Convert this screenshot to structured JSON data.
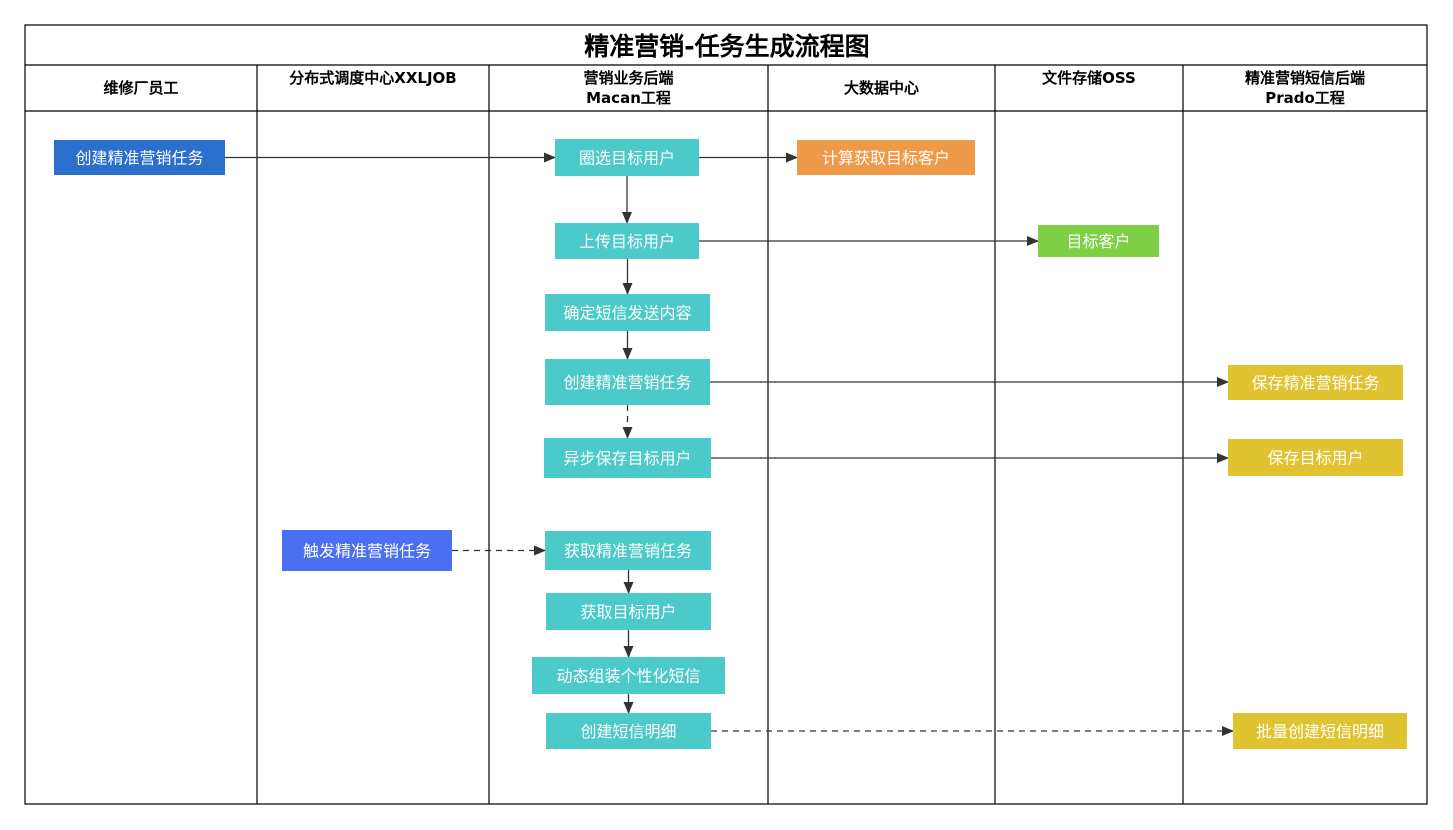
{
  "title": "精准营销-任务生成流程图",
  "colors": {
    "frame": "#000000",
    "text_dark": "#000000",
    "text_light": "#ffffff",
    "arrow": "#333333",
    "blue": "#2a6fcb",
    "indigo": "#4a6ff0",
    "teal": "#4cc9c9",
    "orange": "#ef9a48",
    "green": "#7ed045",
    "yellow": "#e0c330"
  },
  "lanes": [
    {
      "id": "lane-repair-staff",
      "lines": [
        "维修厂员工"
      ]
    },
    {
      "id": "lane-xxljob",
      "lines": [
        "分布式调度中心XXLJOB"
      ]
    },
    {
      "id": "lane-marketing-backend",
      "lines": [
        "营销业务后端",
        "Macan工程"
      ]
    },
    {
      "id": "lane-bigdata",
      "lines": [
        "大数据中心"
      ]
    },
    {
      "id": "lane-oss",
      "lines": [
        "文件存储OSS"
      ]
    },
    {
      "id": "lane-sms-backend",
      "lines": [
        "精准营销短信后端",
        "Prado工程"
      ]
    }
  ],
  "nodes": [
    {
      "id": "create-task-staff",
      "label": "创建精准营销任务",
      "color": "blue",
      "lane": 0
    },
    {
      "id": "select-users",
      "label": "圈选目标用户",
      "color": "teal",
      "lane": 2
    },
    {
      "id": "compute-customers",
      "label": "计算获取目标客户",
      "color": "orange",
      "lane": 3
    },
    {
      "id": "upload-users",
      "label": "上传目标用户",
      "color": "teal",
      "lane": 2
    },
    {
      "id": "target-customers",
      "label": "目标客户",
      "color": "green",
      "lane": 4
    },
    {
      "id": "confirm-sms",
      "label": "确定短信发送内容",
      "color": "teal",
      "lane": 2
    },
    {
      "id": "create-task-backend",
      "label": "创建精准营销任务",
      "color": "teal",
      "lane": 2
    },
    {
      "id": "save-task",
      "label": "保存精准营销任务",
      "color": "yellow",
      "lane": 5
    },
    {
      "id": "async-save-users",
      "label": "异步保存目标用户",
      "color": "teal",
      "lane": 2
    },
    {
      "id": "save-users",
      "label": "保存目标用户",
      "color": "yellow",
      "lane": 5
    },
    {
      "id": "trigger-task",
      "label": "触发精准营销任务",
      "color": "indigo",
      "lane": 1
    },
    {
      "id": "fetch-task",
      "label": "获取精准营销任务",
      "color": "teal",
      "lane": 2
    },
    {
      "id": "fetch-users",
      "label": "获取目标用户",
      "color": "teal",
      "lane": 2
    },
    {
      "id": "assemble-sms",
      "label": "动态组装个性化短信",
      "color": "teal",
      "lane": 2
    },
    {
      "id": "create-sms-detail",
      "label": "创建短信明细",
      "color": "teal",
      "lane": 2
    },
    {
      "id": "batch-create-sms-detail",
      "label": "批量创建短信明细",
      "color": "yellow",
      "lane": 5
    }
  ],
  "edges": [
    {
      "from": "create-task-staff",
      "to": "select-users",
      "style": "solid"
    },
    {
      "from": "select-users",
      "to": "compute-customers",
      "style": "solid"
    },
    {
      "from": "select-users",
      "to": "upload-users",
      "style": "solid"
    },
    {
      "from": "upload-users",
      "to": "target-customers",
      "style": "solid"
    },
    {
      "from": "upload-users",
      "to": "confirm-sms",
      "style": "solid"
    },
    {
      "from": "confirm-sms",
      "to": "create-task-backend",
      "style": "solid"
    },
    {
      "from": "create-task-backend",
      "to": "save-task",
      "style": "solid"
    },
    {
      "from": "create-task-backend",
      "to": "async-save-users",
      "style": "dashed"
    },
    {
      "from": "async-save-users",
      "to": "save-users",
      "style": "solid"
    },
    {
      "from": "trigger-task",
      "to": "fetch-task",
      "style": "dashed"
    },
    {
      "from": "fetch-task",
      "to": "fetch-users",
      "style": "solid"
    },
    {
      "from": "fetch-users",
      "to": "assemble-sms",
      "style": "solid"
    },
    {
      "from": "assemble-sms",
      "to": "create-sms-detail",
      "style": "solid"
    },
    {
      "from": "create-sms-detail",
      "to": "batch-create-sms-detail",
      "style": "dashed"
    }
  ]
}
